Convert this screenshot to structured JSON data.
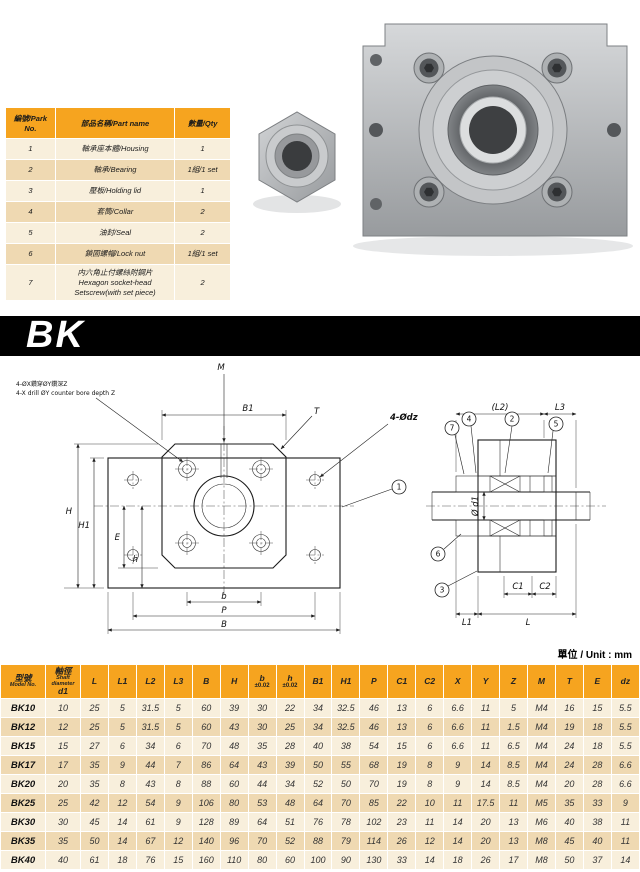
{
  "page": {
    "unit_note": "單位 / Unit : mm"
  },
  "banner": {
    "title": "BK"
  },
  "colors": {
    "accent_orange": "#F6A41F",
    "row_light": "#F8EFDC",
    "row_dark": "#EFD9B2",
    "banner_black": "#000000"
  },
  "parts_table": {
    "headers": [
      "編號/Park No.",
      "部品名稱/Part name",
      "數量/Qty"
    ],
    "rows": [
      [
        "1",
        "軸承座本體/Housing",
        "1"
      ],
      [
        "2",
        "軸承/Bearing",
        "1組/1 set"
      ],
      [
        "3",
        "壓板/Holding lid",
        "1"
      ],
      [
        "4",
        "套筒/Collar",
        "2"
      ],
      [
        "5",
        "油封/Seal",
        "2"
      ],
      [
        "6",
        "鎖固螺帽/Lock nut",
        "1組/1 set"
      ],
      [
        "7",
        [
          "内六角止付螺絲附鋼片",
          "Hexagon socket-head",
          "Setscrew(with set piece)"
        ],
        "2"
      ]
    ]
  },
  "drawing": {
    "note_line1": "4-ØX鑽穿ØY鑽深Z",
    "note_line2": "4-X drill ØY counter bore depth Z",
    "labels": {
      "M": "M",
      "B1": "B1",
      "T": "T",
      "dz": "4-Ødz",
      "H": "H",
      "H1": "H1",
      "E": "E",
      "h": "h",
      "b": "b",
      "P": "P",
      "B": "B",
      "L2": "(L2)",
      "L3": "L3",
      "C1": "C1",
      "C2": "C2",
      "L1": "L1",
      "L": "L",
      "d1": "Ø d1"
    },
    "balloons": [
      "1",
      "2",
      "3",
      "4",
      "5",
      "6",
      "7"
    ]
  },
  "spec_table": {
    "headers": [
      {
        "t": "型號",
        "s": "Model No.",
        "w": 44
      },
      {
        "t": "軸徑",
        "s": "Shaft diameter",
        "s2": "d1",
        "w": 34
      },
      {
        "t": "L"
      },
      {
        "t": "L1"
      },
      {
        "t": "L2"
      },
      {
        "t": "L3"
      },
      {
        "t": "B"
      },
      {
        "t": "H"
      },
      {
        "t": "b",
        "tol": "±0.02"
      },
      {
        "t": "h",
        "tol": "±0.02"
      },
      {
        "t": "B1"
      },
      {
        "t": "H1"
      },
      {
        "t": "P"
      },
      {
        "t": "C1"
      },
      {
        "t": "C2"
      },
      {
        "t": "X"
      },
      {
        "t": "Y"
      },
      {
        "t": "Z"
      },
      {
        "t": "M"
      },
      {
        "t": "T"
      },
      {
        "t": "E"
      },
      {
        "t": "dz"
      }
    ],
    "rows": [
      {
        "model": "BK10",
        "values": [
          10,
          25,
          5,
          31.5,
          5,
          60,
          39,
          30,
          22,
          34,
          32.5,
          46,
          13,
          6,
          6.6,
          11,
          5,
          "M4",
          16,
          15,
          5.5
        ]
      },
      {
        "model": "BK12",
        "values": [
          12,
          25,
          5,
          31.5,
          5,
          60,
          43,
          30,
          25,
          34,
          32.5,
          46,
          13,
          6,
          6.6,
          11,
          1.5,
          "M4",
          19,
          18,
          5.5
        ]
      },
      {
        "model": "BK15",
        "values": [
          15,
          27,
          6,
          34,
          6,
          70,
          48,
          35,
          28,
          40,
          38,
          54,
          15,
          6,
          6.6,
          11,
          6.5,
          "M4",
          24,
          18,
          5.5
        ]
      },
      {
        "model": "BK17",
        "values": [
          17,
          35,
          9,
          44,
          7,
          86,
          64,
          43,
          39,
          50,
          55,
          68,
          19,
          8,
          9,
          14,
          8.5,
          "M4",
          24,
          28,
          6.6
        ]
      },
      {
        "model": "BK20",
        "values": [
          20,
          35,
          8,
          43,
          8,
          88,
          60,
          44,
          34,
          52,
          50,
          70,
          19,
          8,
          9,
          14,
          8.5,
          "M4",
          20,
          28,
          6.6
        ]
      },
      {
        "model": "BK25",
        "values": [
          25,
          42,
          12,
          54,
          9,
          106,
          80,
          53,
          48,
          64,
          70,
          85,
          22,
          10,
          11,
          17.5,
          11,
          "M5",
          35,
          33,
          9
        ]
      },
      {
        "model": "BK30",
        "values": [
          30,
          45,
          14,
          61,
          9,
          128,
          89,
          64,
          51,
          76,
          78,
          102,
          23,
          11,
          14,
          20,
          13,
          "M6",
          40,
          38,
          11
        ]
      },
      {
        "model": "BK35",
        "values": [
          35,
          50,
          14,
          67,
          12,
          140,
          96,
          70,
          52,
          88,
          79,
          114,
          26,
          12,
          14,
          20,
          13,
          "M8",
          45,
          40,
          11
        ]
      },
      {
        "model": "BK40",
        "values": [
          40,
          61,
          18,
          76,
          15,
          160,
          110,
          80,
          60,
          100,
          90,
          130,
          33,
          14,
          18,
          26,
          17,
          "M8",
          50,
          37,
          14
        ]
      }
    ]
  }
}
